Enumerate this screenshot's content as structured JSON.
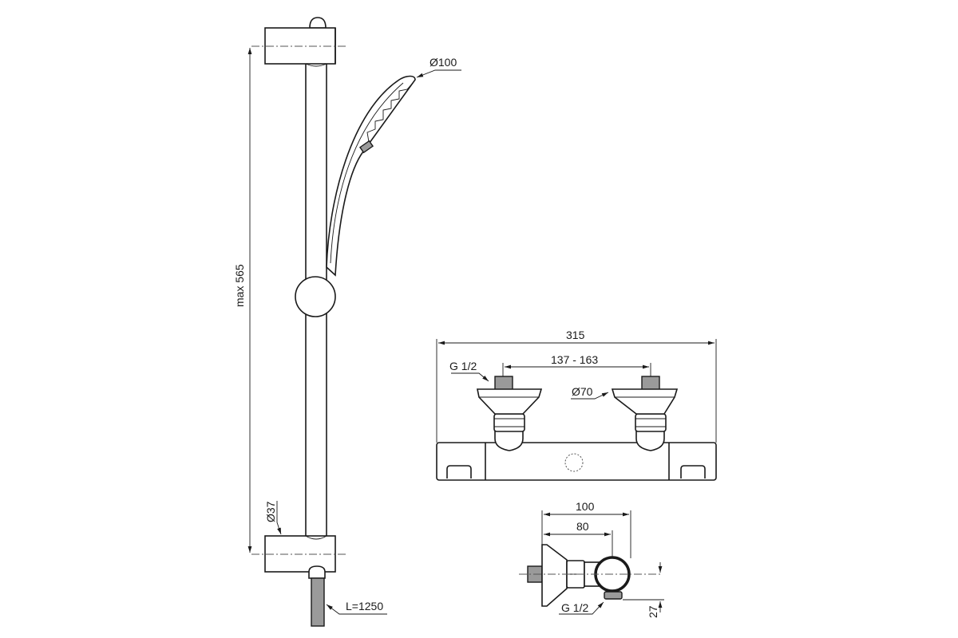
{
  "drawing": {
    "shower_rail": {
      "handshower_diameter": "Ø100",
      "rail_height": "max 565",
      "rail_diameter": "Ø37",
      "hose_length": "L=1250"
    },
    "thermostat_front": {
      "overall_width": "315",
      "inlet_spacing": "137 - 163",
      "inlet_thread": "G 1/2",
      "flange_diameter": "Ø70"
    },
    "thermostat_side": {
      "depth_total": "100",
      "depth_axis": "80",
      "outlet_thread": "G 1/2",
      "outlet_offset": "27"
    }
  }
}
